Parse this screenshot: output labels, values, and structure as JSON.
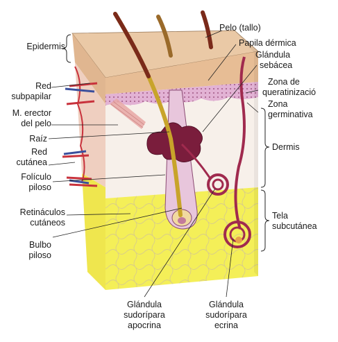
{
  "labels": {
    "pelo_tallo": "Pelo (tallo)",
    "papila_dermica": "Papila dérmica",
    "glandula_sebacea_1": "Glándula",
    "glandula_sebacea_2": "sebácea",
    "zona_queratinizacion_1": "Zona de",
    "zona_queratinizacion_2": "queratinizació",
    "zona_germinativa_1": "Zona",
    "zona_germinativa_2": "germinativa",
    "dermis": "Dermis",
    "tela_subcutanea_1": "Tela",
    "tela_subcutanea_2": "subcutánea",
    "epidermis": "Epidermis",
    "red_subpapilar_1": "Red",
    "red_subpapilar_2": "subpapilar",
    "m_erector_1": "M. erector",
    "m_erector_2": "del pelo",
    "raiz": "Raíz",
    "red_cutanea_1": "Red",
    "red_cutanea_2": "cutánea",
    "foliculo_1": "Folículo",
    "foliculo_2": "piloso",
    "retinaculos_1": "Retináculos",
    "retinaculos_2": "cutáneos",
    "bulbo_1": "Bulbo",
    "bulbo_2": "piloso",
    "apocrina_1": "Glándula",
    "apocrina_2": "sudorípara",
    "apocrina_3": "apocrina",
    "ecrina_1": "Glándula",
    "ecrina_2": "sudorípara",
    "ecrina_3": "ecrina"
  },
  "colors": {
    "epidermis": "#e9c9a7",
    "papillary": "#e4b6d6",
    "dermis": "#f6efe9",
    "hypodermis": "#f3ee5a",
    "hair": "#c8a42a",
    "gland": "#7a1d3c",
    "vessel_red": "#c8323c",
    "vessel_blue": "#3a4f9c"
  }
}
